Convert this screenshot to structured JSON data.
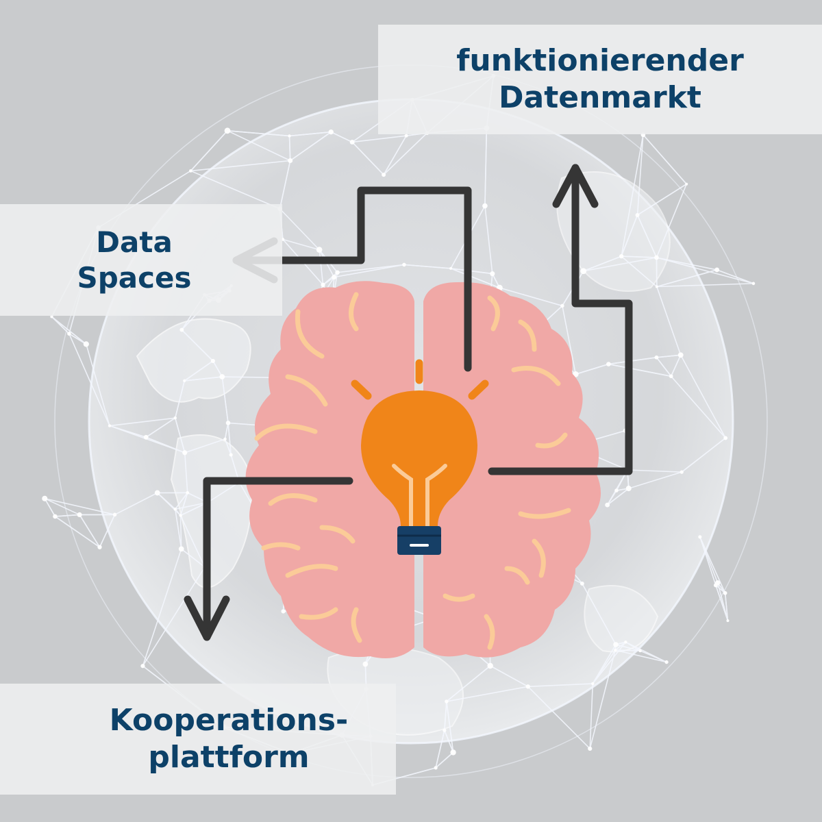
{
  "labels": {
    "datenmarkt": "funktionierender\nDatenmarkt",
    "data_spaces": "Data\nSpaces",
    "kooperationsplattform": "Kooperations-\nplattform"
  },
  "colors": {
    "background": "#c9cbcd",
    "label_text": "#0d4168",
    "label_box": "#eeeff0",
    "brain": "#f0a8a6",
    "brain_folds": "#fbcb98",
    "bulb": "#f08519",
    "bulb_base": "#163f66",
    "arrows": "#353535",
    "network": "#f2f6ff"
  },
  "icons": [
    "globe-network-icon",
    "brain-icon",
    "light-bulb-icon",
    "arrow-icon"
  ]
}
